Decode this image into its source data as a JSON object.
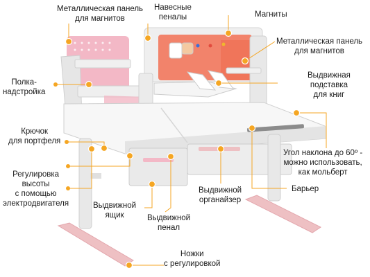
{
  "accent_color": "#f5a623",
  "desk_colors": {
    "body": "#ececec",
    "body_edge": "#cfcfcf",
    "panel_pink": "#f3b8c6",
    "panel_orange": "#f2836b",
    "leg_pink": "#eec0c3"
  },
  "labels": {
    "metal_panel_left": [
      "Металлическая панель",
      "для магнитов"
    ],
    "hanging_cases": [
      "Навесные",
      "пеналы"
    ],
    "magnets": [
      "Магниты"
    ],
    "metal_panel_right": [
      "Металлическая панель",
      "для магнитов"
    ],
    "shelf": [
      "Полка-",
      "надстройка"
    ],
    "book_stand": [
      "Выдвижная",
      "подставка",
      "для книг"
    ],
    "bag_hook": [
      "Крючок",
      "для портфеля"
    ],
    "tilt_angle": [
      "Угол наклона до 60º -",
      "можно использовать,",
      "как мольберт"
    ],
    "height_adjust": [
      "Регулировка",
      "высоты",
      "с помощью",
      "электродвигателя"
    ],
    "organizer": [
      "Выдвижной",
      "органайзер"
    ],
    "barrier": [
      "Барьер"
    ],
    "drawer": [
      "Выдвижной",
      "ящик"
    ],
    "pencil_case": [
      "Выдвижной",
      "пенал"
    ],
    "legs": [
      "Ножки",
      "с регулировкой"
    ]
  },
  "icons": {
    "callout_marker": "orange-dot"
  }
}
